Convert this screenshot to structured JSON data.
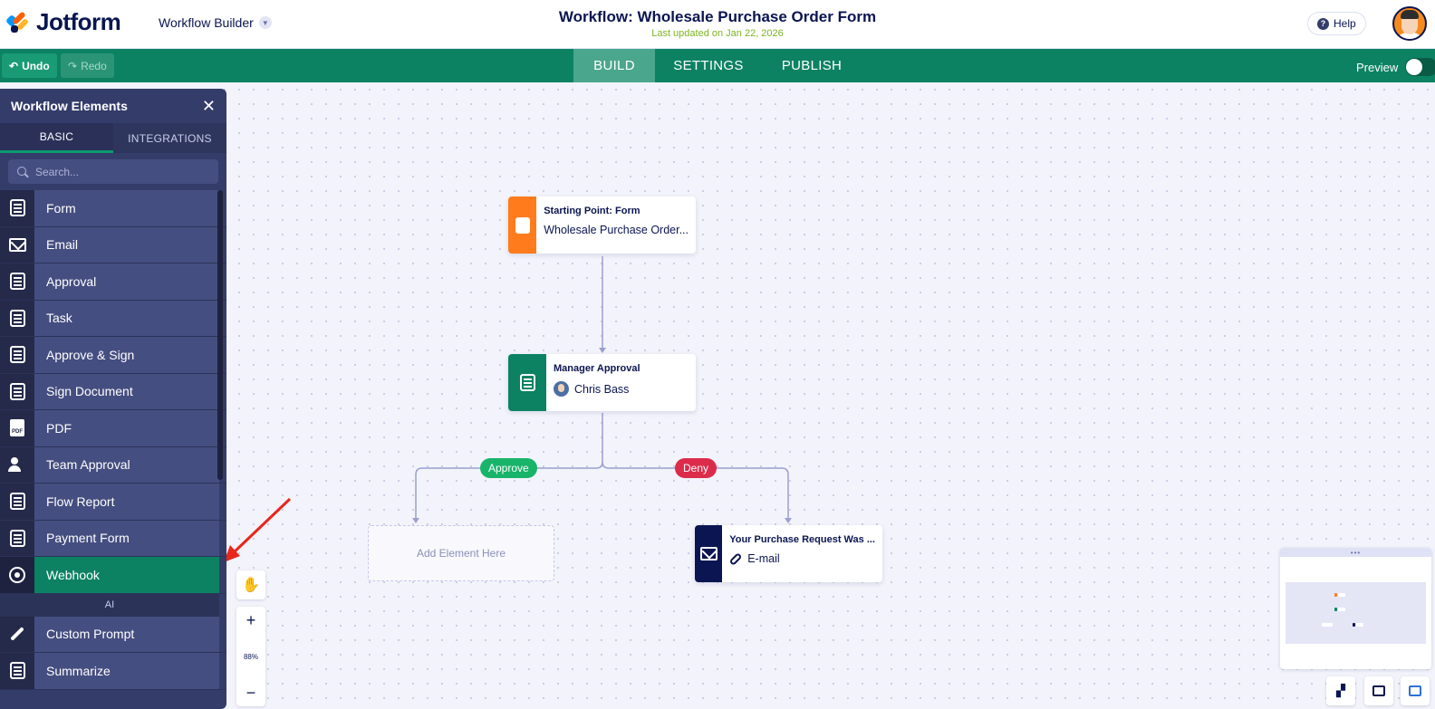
{
  "header": {
    "logo_text": "Jotform",
    "builder_label": "Workflow Builder",
    "title": "Workflow: Wholesale Purchase Order Form",
    "subtitle": "Last updated on Jan 22, 2026",
    "help_label": "Help"
  },
  "toolbar": {
    "undo_label": "Undo",
    "redo_label": "Redo",
    "tabs": [
      {
        "label": "BUILD",
        "active": true
      },
      {
        "label": "SETTINGS",
        "active": false
      },
      {
        "label": "PUBLISH",
        "active": false
      }
    ],
    "preview_label": "Preview",
    "preview_on": false
  },
  "panel": {
    "title": "Workflow Elements",
    "tabs": [
      "BASIC",
      "INTEGRATIONS"
    ],
    "active_tab": "BASIC",
    "search_placeholder": "Search...",
    "items": [
      {
        "label": "Form",
        "icon": "form-icon"
      },
      {
        "label": "Email",
        "icon": "email-icon"
      },
      {
        "label": "Approval",
        "icon": "approval-icon"
      },
      {
        "label": "Task",
        "icon": "task-icon"
      },
      {
        "label": "Approve & Sign",
        "icon": "approve-sign-icon"
      },
      {
        "label": "Sign Document",
        "icon": "sign-document-icon"
      },
      {
        "label": "PDF",
        "icon": "pdf-icon"
      },
      {
        "label": "Team Approval",
        "icon": "team-approval-icon"
      },
      {
        "label": "Flow Report",
        "icon": "flow-report-icon"
      },
      {
        "label": "Payment Form",
        "icon": "payment-form-icon"
      },
      {
        "label": "Webhook",
        "icon": "webhook-icon",
        "active": true
      }
    ],
    "ai_section_label": "AI",
    "ai_items": [
      {
        "label": "Custom Prompt",
        "icon": "wand-icon"
      },
      {
        "label": "Summarize",
        "icon": "summarize-icon"
      }
    ]
  },
  "flow": {
    "start_node": {
      "title": "Starting Point: Form",
      "subtitle": "Wholesale Purchase Order..."
    },
    "approval_node": {
      "title": "Manager Approval",
      "assignee": "Chris Bass"
    },
    "approve_label": "Approve",
    "deny_label": "Deny",
    "add_element_label": "Add Element Here",
    "email_node": {
      "title": "Your Purchase Request Was ...",
      "subtitle": "E-mail"
    }
  },
  "zoom": {
    "level": "88%"
  },
  "colors": {
    "brand_green": "#0c8263",
    "panel_bg": "#343c6a",
    "form_orange": "#ff7b1c",
    "approval_green": "#0c8263",
    "email_navy": "#0a1551",
    "approve_pill": "#18b46a",
    "deny_pill": "#dc2b4b"
  }
}
